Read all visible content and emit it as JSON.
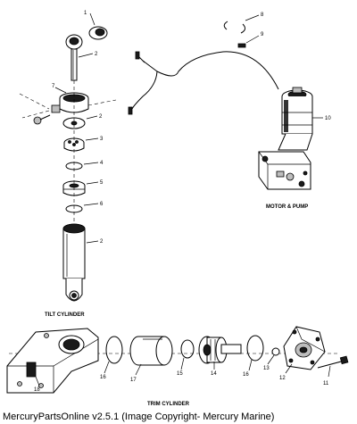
{
  "labels": {
    "tilt_cylinder": "TILT CYLINDER",
    "trim_cylinder": "TRIM CYLINDER",
    "motor_pump": "MOTOR & PUMP"
  },
  "callouts": {
    "c1": "1",
    "c2a": "2",
    "c2b": "2",
    "c2c": "2",
    "c3": "3",
    "c4": "4",
    "c5": "5",
    "c6": "6",
    "c7": "7",
    "c8": "8",
    "c9": "9",
    "c10": "10",
    "c11": "11",
    "c12": "12",
    "c13": "13",
    "c14": "14",
    "c15": "15",
    "c16a": "16",
    "c16b": "16",
    "c17": "17",
    "c18": "18"
  },
  "footer": "MercuryPartsOnline v2.5.1 (Image Copyright- Mercury Marine)"
}
